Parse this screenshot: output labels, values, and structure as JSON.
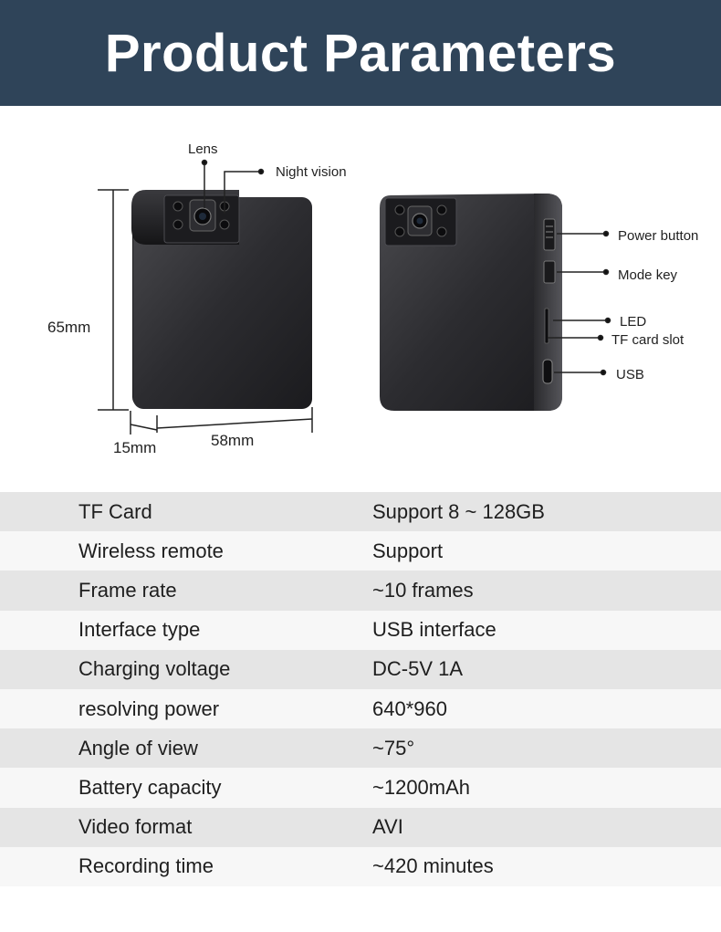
{
  "header": {
    "title": "Product Parameters"
  },
  "diagram": {
    "front_callouts": {
      "lens": "Lens",
      "night_vision": "Night vision"
    },
    "side_callouts": {
      "power_button": "Power button",
      "mode_key": "Mode key",
      "led": "LED",
      "tf_card_slot": "TF card slot",
      "usb": "USB"
    },
    "dimensions": {
      "height": "65mm",
      "depth": "15mm",
      "width": "58mm"
    }
  },
  "specs": [
    {
      "name": "TF Card",
      "value": "Support 8 ~ 128GB"
    },
    {
      "name": "Wireless remote",
      "value": "Support"
    },
    {
      "name": "Frame rate",
      "value": "~10 frames"
    },
    {
      "name": "Interface type",
      "value": "USB interface"
    },
    {
      "name": "Charging voltage",
      "value": "DC-5V 1A"
    },
    {
      "name": "resolving power",
      "value": "640*960"
    },
    {
      "name": "Angle of view",
      "value": "~75°"
    },
    {
      "name": "Battery capacity",
      "value": "~1200mAh"
    },
    {
      "name": "Video format",
      "value": "AVI"
    },
    {
      "name": "Recording time",
      "value": "~420 minutes"
    }
  ],
  "colors": {
    "header_bg": "#2f4459",
    "row_dark": "#e5e5e5",
    "row_light": "#f7f7f7"
  }
}
